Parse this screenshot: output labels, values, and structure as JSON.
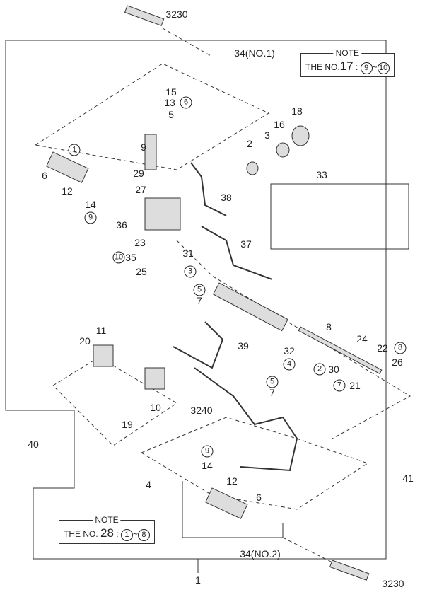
{
  "notes": [
    {
      "title": "NOTE",
      "prefix": "THE NO.",
      "number": "17",
      "sep": ":",
      "from": "9",
      "tilde": "~",
      "to": "10"
    },
    {
      "title": "NOTE",
      "prefix": "THE NO.",
      "number": "28",
      "sep": ":",
      "from": "1",
      "tilde": "~",
      "to": "8"
    }
  ],
  "labels": [
    {
      "text": "3230"
    },
    {
      "text": "34(NO.1)"
    },
    {
      "text": "15"
    },
    {
      "text": "13"
    },
    {
      "text": "6",
      "circled": true
    },
    {
      "text": "5"
    },
    {
      "text": "18"
    },
    {
      "text": "16"
    },
    {
      "text": "3"
    },
    {
      "text": "2"
    },
    {
      "text": "9"
    },
    {
      "text": "1",
      "circled": true
    },
    {
      "text": "6"
    },
    {
      "text": "12"
    },
    {
      "text": "29"
    },
    {
      "text": "27"
    },
    {
      "text": "14"
    },
    {
      "text": "9",
      "circled": true
    },
    {
      "text": "33"
    },
    {
      "text": "38"
    },
    {
      "text": "36"
    },
    {
      "text": "23"
    },
    {
      "text": "31"
    },
    {
      "text": "37"
    },
    {
      "text": "10",
      "circled": true
    },
    {
      "text": "35"
    },
    {
      "text": "3",
      "circled": true
    },
    {
      "text": "25"
    },
    {
      "text": "5",
      "circled": true
    },
    {
      "text": "7"
    },
    {
      "text": "8"
    },
    {
      "text": "11"
    },
    {
      "text": "20"
    },
    {
      "text": "39"
    },
    {
      "text": "24"
    },
    {
      "text": "22"
    },
    {
      "text": "8",
      "circled": true
    },
    {
      "text": "32"
    },
    {
      "text": "4",
      "circled": true
    },
    {
      "text": "2",
      "circled": true
    },
    {
      "text": "30"
    },
    {
      "text": "26"
    },
    {
      "text": "7",
      "circled": true
    },
    {
      "text": "21"
    },
    {
      "text": "5",
      "circled": true
    },
    {
      "text": "7"
    },
    {
      "text": "10"
    },
    {
      "text": "19"
    },
    {
      "text": "3240"
    },
    {
      "text": "40"
    },
    {
      "text": "41"
    },
    {
      "text": "9",
      "circled": true
    },
    {
      "text": "14"
    },
    {
      "text": "12"
    },
    {
      "text": "6"
    },
    {
      "text": "4"
    },
    {
      "text": "34(NO.2)"
    },
    {
      "text": "1"
    },
    {
      "text": "3230"
    }
  ]
}
